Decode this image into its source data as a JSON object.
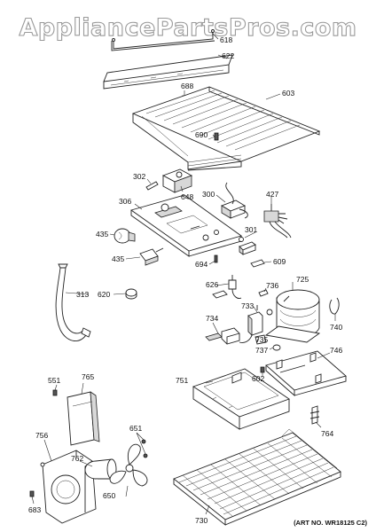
{
  "watermark": "AppliancePartsPros.com",
  "art_number": "(ART NO. WR18125 C2)",
  "callouts": {
    "p618": "618",
    "p622": "622",
    "p688": "688",
    "p603": "603",
    "p690": "690",
    "p302": "302",
    "p648": "648",
    "p300": "300",
    "p427": "427",
    "p306": "306",
    "p435a": "435",
    "p301": "301",
    "p435b": "435",
    "p694": "694",
    "p609": "609",
    "p313": "313",
    "p620": "620",
    "p626": "626",
    "p736": "736",
    "p725": "725",
    "p733": "733",
    "p740": "740",
    "p734": "734",
    "p735": "735",
    "p737": "737",
    "p746": "746",
    "p602": "602",
    "p751": "751",
    "p551": "551",
    "p765": "765",
    "p756": "756",
    "p651": "651",
    "p762": "762",
    "p764": "764",
    "p650": "650",
    "p683": "683",
    "p730": "730"
  }
}
